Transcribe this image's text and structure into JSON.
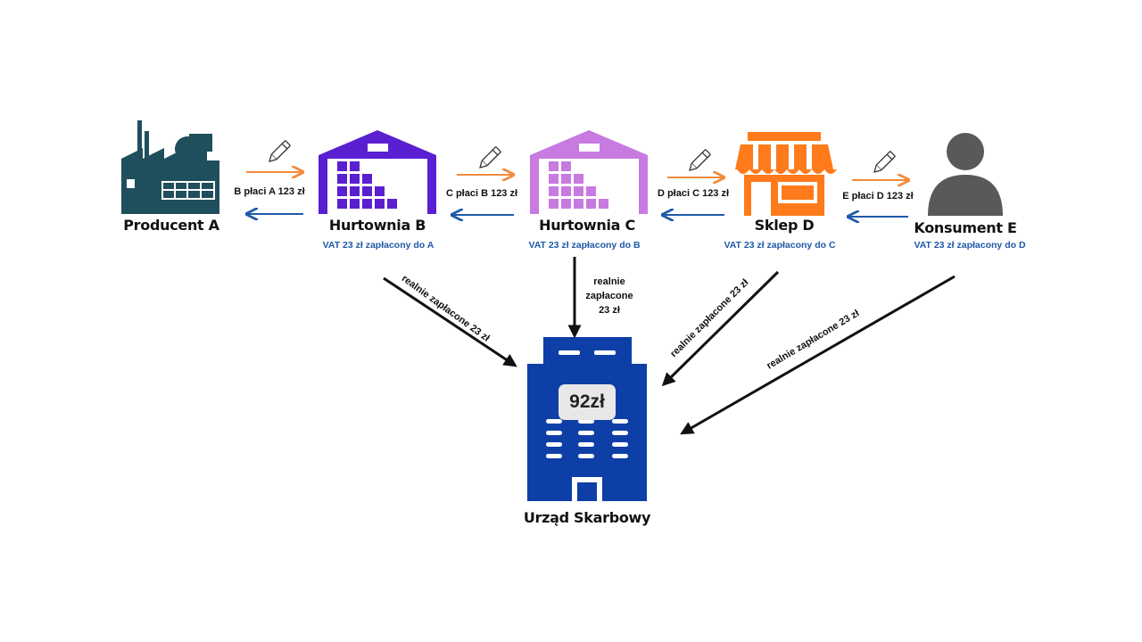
{
  "nodes": {
    "producer": {
      "label": "Producent A"
    },
    "wholesaler_b": {
      "label": "Hurtownia B",
      "vat_note": "VAT 23 zł zapłacony do A"
    },
    "wholesaler_c": {
      "label": "Hurtownia C",
      "vat_note": "VAT 23 zł zapłacony do B"
    },
    "shop_d": {
      "label": "Sklep D",
      "vat_note": "VAT 23 zł zapłacony do C"
    },
    "consumer_e": {
      "label": "Konsument E",
      "vat_note": "VAT 23 zł zapłacony do D"
    },
    "tax_office": {
      "label": "Urząd Skarbowy",
      "amount": "92zł"
    }
  },
  "payments": {
    "b_to_a": "B płaci A 123 zł",
    "c_to_b": "C płaci B 123 zł",
    "d_to_c": "D płaci C 123 zł",
    "e_to_d": "E płaci D 123 zł"
  },
  "tax_flows": {
    "from_b": "realnie zapłacone 23 zł",
    "from_c_line1": "realnie",
    "from_c_line2": "zapłacone",
    "from_c_line3": "23 zł",
    "from_d": "realnie zapłacone 23 zł",
    "from_e": "realnie zapłacone 23 zł"
  },
  "colors": {
    "factory": "#1f4e5c",
    "warehouse_b": "#5a1fd1",
    "warehouse_c": "#c77ae0",
    "shop": "#ff7a1a",
    "person": "#595959",
    "tax_office": "#0d3fa6",
    "arrow_forward": "#f28a3c",
    "arrow_back": "#1e5aa8",
    "tax_arrow": "#111111",
    "vat_text": "#1e5aa8"
  }
}
